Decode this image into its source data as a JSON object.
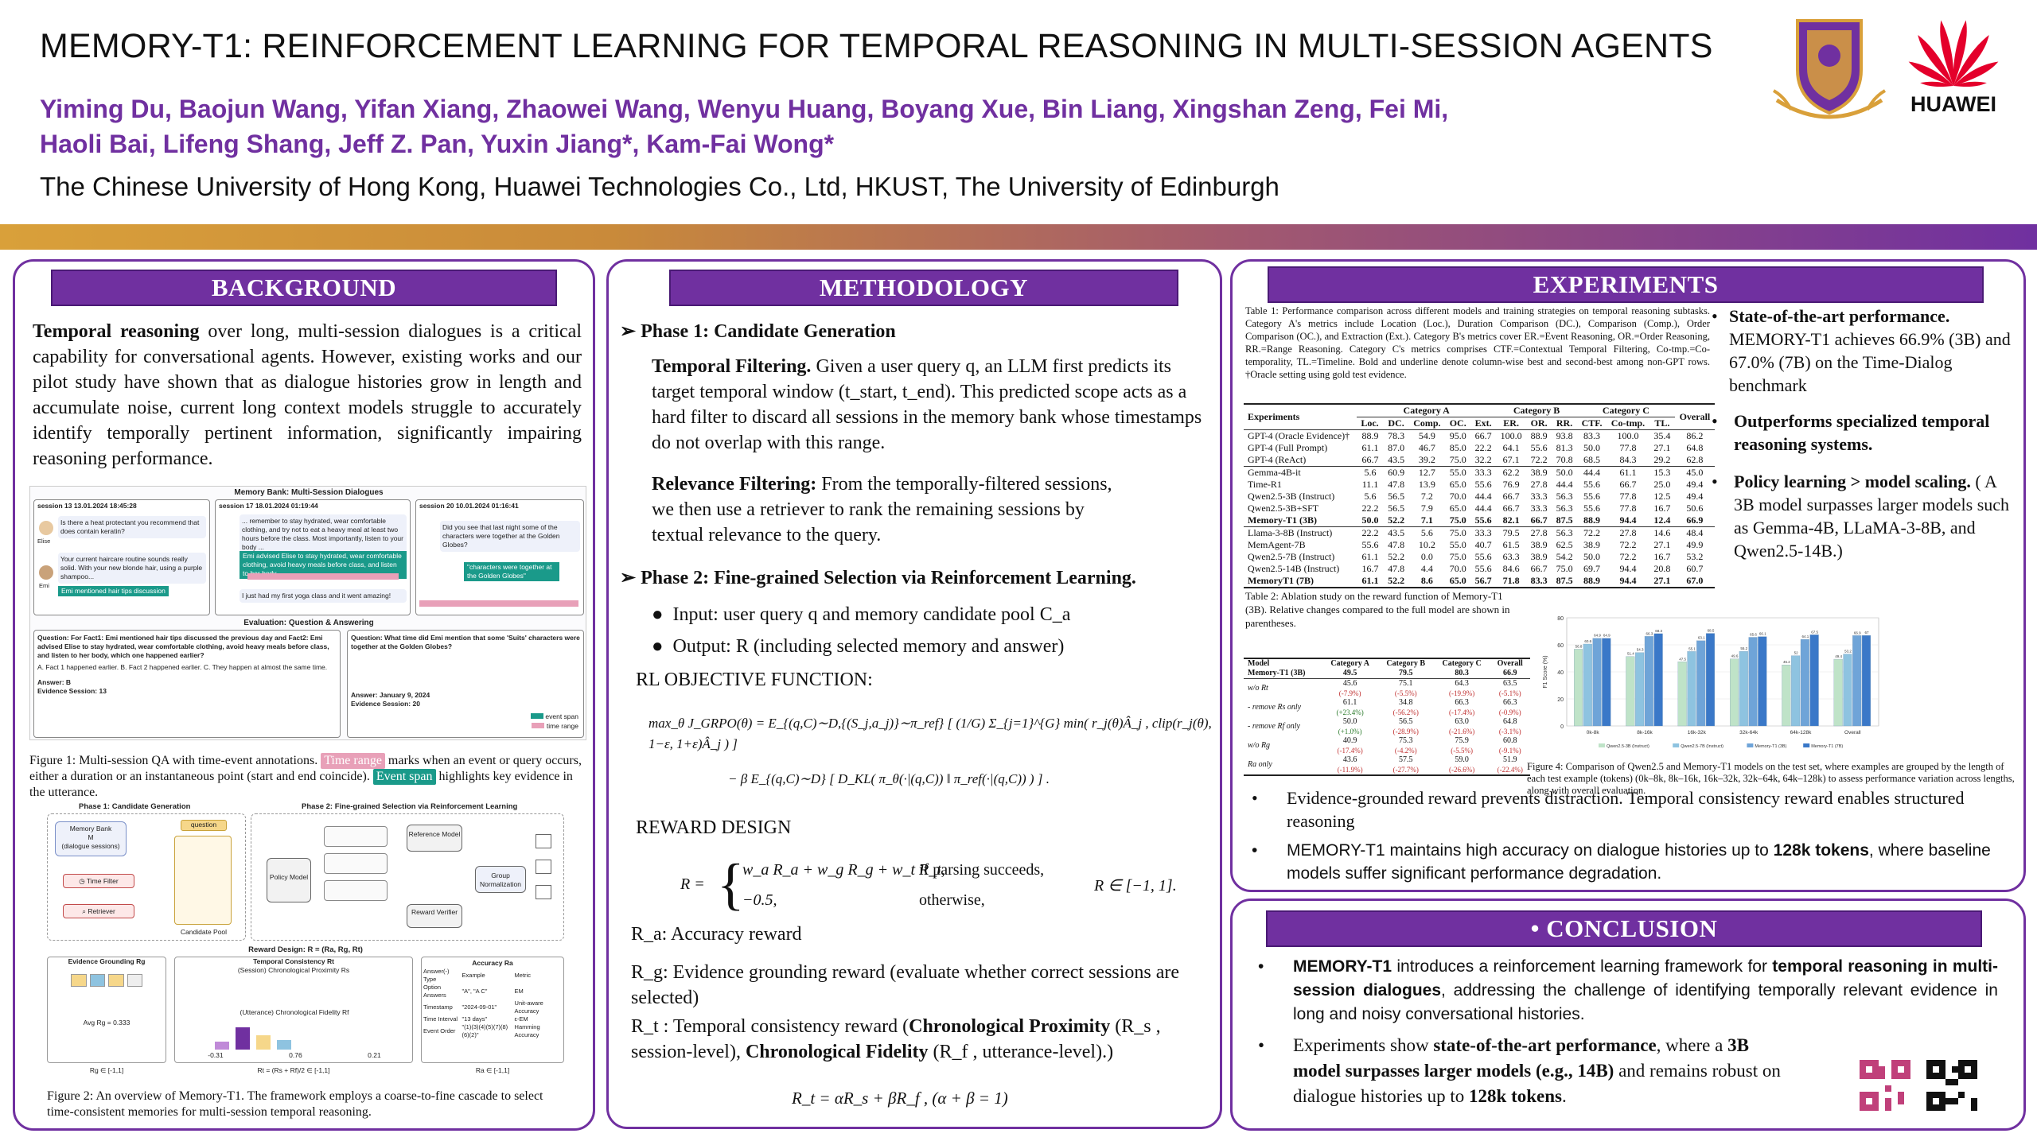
{
  "header": {
    "title": "MEMORY-T1: REINFORCEMENT LEARNING FOR TEMPORAL REASONING IN MULTI-SESSION AGENTS",
    "authors_line1": "Yiming Du, Baojun Wang, Yifan Xiang, Zhaowei Wang, Wenyu Huang, Boyang Xue, Bin Liang, Xingshan Zeng, Fei Mi,",
    "authors_line2": "Haoli Bai, Lifeng Shang, Jeff Z. Pan, Yuxin Jiang*, Kam-Fai Wong*",
    "affiliations": "The Chinese University of Hong Kong, Huawei Technologies Co., Ltd, HKUST, The University of Edinburgh",
    "huawei_logo_text": "HUAWEI",
    "colors": {
      "purple": "#7030a0",
      "huawei_red": "#e4002b",
      "gold": "#d9a03a"
    }
  },
  "background": {
    "heading": "BACKGROUND",
    "para_lead": "Temporal reasoning",
    "para_rest": " over long, multi-session dialogues is a critical capability for conversational agents. However, existing works and our pilot study have shown that as dialogue histories grow in length and accumulate noise, current long context models struggle to accurately identify temporally pertinent information, significantly impairing reasoning performance.",
    "fig1": {
      "title": "Memory Bank: Multi-Session Dialogues",
      "s1": "session 13  13.01.2024 18:45:28",
      "s2": "session 17  18.01.2024 01:19:44",
      "s3": "session 20  10.01.2024 01:16:41",
      "s1_a": "Is there a heat protectant you recommend that does contain keratin?",
      "s1_b": "Your current haircare routine sounds really solid. With your new blonde hair, using a purple shampoo...",
      "s1_c": "Emi mentioned hair tips discussion",
      "s2_a": "... remember to stay hydrated, wear comfortable clothing, and try not to eat a heavy meal at least two hours before the class. Most importantly, listen to your body ...",
      "s2_b": "Emi advised Elise to stay hydrated, wear comfortable clothing, avoid heavy meals before class, and listen to her body",
      "s2_c": "I just had my first yoga class and it went amazing!",
      "s3_a": "Did you see that last night some of the characters were together at the Golden Globes?",
      "s3_b": "\"characters were together at the Golden Globes\"",
      "name_elise": "Elise",
      "name_emi": "Emi",
      "eval_title": "Evaluation: Question & Answering",
      "q1": "Question: For Fact1: Emi mentioned hair tips discussed the previous day and Fact2: Emi advised Elise to stay hydrated, wear comfortable clothing, avoid heavy meals before class, and listen to her body, which one happened earlier?",
      "opts": "A. Fact 1 happened earlier.  B. Fact 2 happened earlier.  C. They happen at almost the same time.",
      "a1": "Answer: B",
      "e1": "Evidence Session: 13",
      "q2": "Question: What time did Emi mention that some 'Suits' characters were together at the Golden Globes?",
      "a2": "Answer: January 9, 2024",
      "e2": "Evidence Session: 20",
      "legend_span": "event span",
      "legend_range": "time range"
    },
    "fig1_cap_a": "Figure 1: Multi-session QA with time-event annotations. ",
    "fig1_cap_chip1": "Time range",
    "fig1_cap_b": " marks when an event or query occurs, either a duration or an instantaneous point (start and end coincide). ",
    "fig1_cap_chip2": "Event span",
    "fig1_cap_c": " highlights key evidence in the utterance.",
    "fig2": {
      "phase1": "Phase 1: Candidate Generation",
      "phase2": "Phase 2: Fine-grained Selection via Reinforcement Learning",
      "memory_bank": "Memory Bank",
      "m": "M",
      "dialogue_sessions": "(dialogue sessions)",
      "question": "question",
      "time_filter": "Time Filter",
      "retriever": "Retriever",
      "candidate_pool": "Candidate Pool",
      "policy_model": "Policy Model",
      "reference_model": "Reference Model",
      "group_norm": "Group Normalization",
      "reward_verifier": "Reward Verifier",
      "reward_design": "Reward Design: R = (Ra, Rg, Rt)",
      "evidence_grounding": "Evidence Grounding Rg",
      "temporal_consistency": "Temporal Consistency Rt",
      "session_prox": "(Session) Chronological Proximity Rs",
      "utter_fid": "(Utterance) Chronological Fidelity Rf",
      "accuracy": "Accuracy Ra",
      "acc_rows": [
        [
          "Answer(-) Type",
          "Example",
          "Metric"
        ],
        [
          "Option Answers",
          "\"A\", \"A C\"",
          "EM"
        ],
        [
          "Timestamp",
          "\"2024-09-01\"",
          "Unit-aware Accuracy"
        ],
        [
          "Time Interval",
          "\"13 days\"",
          "ε-EM"
        ],
        [
          "Event Order",
          "\"(1)(3)(4)(5)(7)(8)(6)(2)\"",
          "Hamming Accuracy"
        ]
      ],
      "avg_rg": "Avg Rg = 0.333",
      "f_vals": [
        "-0.31",
        "0.76",
        "0.21"
      ],
      "range1": "Rg ∈ [-1,1]",
      "range2": "Rt = (Rs + Rf)/2 ∈ [-1,1]",
      "range3": "Ra ∈ [-1,1]"
    },
    "fig2_cap": "Figure 2: An overview of Memory-T1. The framework employs a coarse-to-fine cascade to select time-consistent memories for multi-session temporal reasoning."
  },
  "methodology": {
    "heading": "METHODOLOGY",
    "phase1_title": "Phase 1: Candidate Generation",
    "tf_lead": "Temporal Filtering.",
    "tf_text": " Given a user query q, an LLM first predicts its target temporal window (t_start, t_end). This predicted scope acts as a hard filter to discard all sessions in the memory bank whose timestamps do not overlap with this range.",
    "rf_lead": "Relevance Filtering:",
    "rf_text": " From the temporally-filtered sessions, we then use a retriever to rank the remaining sessions by textual relevance to the query.",
    "phase2_title": "Phase 2: Fine-grained Selection via Reinforcement Learning.",
    "input": "Input: user query q and memory candidate pool C_a",
    "output": "Output: R (including selected memory and answer)",
    "rl_obj": "RL OBJECTIVE FUNCTION:",
    "eq1_line1": "max_θ J_GRPO(θ) = E_{(q,C)∼D,{(S_j,a_j)}∼π_ref} [ (1/G) Σ_{j=1}^{G} min( r_j(θ)Â_j , clip(r_j(θ), 1−ε, 1+ε)Â_j ) ]",
    "eq1_line2": "− β E_{(q,C)∼D} [ D_KL( π_θ(·|(q,C)) ‖ π_ref(·|(q,C)) ) ] .",
    "reward_design": "REWARD DESIGN",
    "eq2_top": "w_a R_a + w_g R_g + w_t R_t,",
    "eq2_top_cond": "if parsing succeeds,",
    "eq2_bot": "−0.5,",
    "eq2_bot_cond": "otherwise,",
    "eq2_lhs": "R =",
    "eq2_range": "R ∈ [−1, 1].",
    "ra": "R_a: Accuracy reward",
    "rg": "R_g: Evidence grounding reward (evaluate whether correct sessions are selected)",
    "rt_a": "R_t : Temporal consistency reward (",
    "rt_b": "Chronological Proximity",
    "rt_c": " (R_s , session-level), ",
    "rt_d": "Chronological Fidelity",
    "rt_e": " (R_f , utterance-level).)",
    "eq3": "R_t = αR_s + βR_f ,    (α + β = 1)"
  },
  "experiments": {
    "heading": "EXPERIMENTS",
    "table1_cap": "Table 1: Performance comparison across different models and training strategies on temporal reasoning subtasks. Category A's metrics include Location (Loc.), Duration Comparison (DC.), Comparison (Comp.), Order Comparison (OC.), and Extraction (Ext.). Category B's metrics cover ER.=Event Reasoning, OR.=Order Reasoning, RR.=Range Reasoning. Category C's metrics comprises CTF.=Contextual Temporal Filtering, Co-tmp.=Co-temporality, TL.=Timeline. Bold and underline denote column-wise best and second-best among non-GPT rows. †Oracle setting using gold test evidence.",
    "table1_groups": [
      "Experiments",
      "Category A",
      "Category B",
      "Category C",
      "Overall"
    ],
    "table1_cols": [
      "Loc.",
      "DC.",
      "Comp.",
      "OC.",
      "Ext.",
      "ER.",
      "OR.",
      "RR.",
      "CTF.",
      "Co-tmp.",
      "TL."
    ],
    "table1_rows": [
      {
        "name": "GPT-4 (Oracle Evidence)†",
        "v": [
          "88.9",
          "78.3",
          "54.9",
          "95.0",
          "66.7",
          "100.0",
          "88.9",
          "93.8",
          "83.3",
          "100.0",
          "35.4",
          "86.2"
        ],
        "sep": true
      },
      {
        "name": "GPT-4 (Full Prompt)",
        "v": [
          "61.1",
          "87.0",
          "46.7",
          "85.0",
          "22.2",
          "64.1",
          "55.6",
          "81.3",
          "50.0",
          "77.8",
          "27.1",
          "64.8"
        ]
      },
      {
        "name": "GPT-4 (ReAct)",
        "v": [
          "66.7",
          "43.5",
          "39.2",
          "75.0",
          "32.2",
          "67.1",
          "72.2",
          "70.8",
          "68.5",
          "84.3",
          "29.2",
          "62.8"
        ]
      },
      {
        "name": "Gemma-4B-it",
        "v": [
          "5.6",
          "60.9",
          "12.7",
          "55.0",
          "33.3",
          "62.2",
          "38.9",
          "50.0",
          "44.4",
          "61.1",
          "15.3",
          "45.0"
        ],
        "sep": true
      },
      {
        "name": "Time-R1",
        "v": [
          "11.1",
          "47.8",
          "13.9",
          "65.0",
          "55.6",
          "76.9",
          "27.8",
          "44.4",
          "55.6",
          "66.7",
          "25.0",
          "49.4"
        ]
      },
      {
        "name": "Qwen2.5-3B (Instruct)",
        "v": [
          "5.6",
          "56.5",
          "7.2",
          "70.0",
          "44.4",
          "66.7",
          "33.3",
          "56.3",
          "55.6",
          "77.8",
          "12.5",
          "49.4"
        ]
      },
      {
        "name": "Qwen2.5-3B+SFT",
        "v": [
          "22.2",
          "56.5",
          "7.9",
          "65.0",
          "44.4",
          "66.7",
          "33.3",
          "56.3",
          "55.6",
          "77.8",
          "16.7",
          "50.6"
        ]
      },
      {
        "name": "Memory-T1 (3B)",
        "v": [
          "50.0",
          "52.2",
          "7.1",
          "75.0",
          "55.6",
          "82.1",
          "66.7",
          "87.5",
          "88.9",
          "94.4",
          "12.4",
          "66.9"
        ],
        "bold": true
      },
      {
        "name": "Llama-3-8B (Instruct)",
        "v": [
          "22.2",
          "43.5",
          "5.6",
          "75.0",
          "33.3",
          "79.5",
          "27.8",
          "56.3",
          "72.2",
          "27.8",
          "14.6",
          "48.4"
        ],
        "sep": true
      },
      {
        "name": "MemAgent-7B",
        "v": [
          "55.6",
          "47.8",
          "10.2",
          "55.0",
          "40.7",
          "61.5",
          "38.9",
          "62.5",
          "38.9",
          "72.2",
          "27.1",
          "49.9"
        ]
      },
      {
        "name": "Qwen2.5-7B (Instruct)",
        "v": [
          "61.1",
          "52.2",
          "0.0",
          "75.0",
          "55.6",
          "63.3",
          "38.9",
          "54.2",
          "50.0",
          "72.2",
          "16.7",
          "53.2"
        ]
      },
      {
        "name": "Qwen2.5-14B (Instruct)",
        "v": [
          "16.7",
          "47.8",
          "4.4",
          "70.0",
          "55.6",
          "84.6",
          "66.7",
          "75.0",
          "69.7",
          "94.4",
          "20.8",
          "60.7"
        ]
      },
      {
        "name": "MemoryT1 (7B)",
        "v": [
          "61.1",
          "52.2",
          "8.6",
          "65.0",
          "56.7",
          "71.8",
          "83.3",
          "87.5",
          "88.9",
          "94.4",
          "27.1",
          "67.0"
        ],
        "bold": true
      }
    ],
    "table2_cap": "Table 2: Ablation study on the reward function of Memory-T1 (3B). Relative changes compared to the full model are shown in parentheses.",
    "table2_head": [
      "Model",
      "Category A",
      "Category B",
      "Category C",
      "Overall"
    ],
    "table2_rows": [
      {
        "name": "Memory-T1 (3B)",
        "v": [
          "49.5",
          "79.5",
          "80.3",
          "66.9"
        ],
        "d": [
          "",
          "",
          "",
          ""
        ]
      },
      {
        "name": "w/o Rt",
        "v": [
          "45.6",
          "75.1",
          "64.3",
          "63.5"
        ],
        "d": [
          "(-7.9%)",
          "(-5.5%)",
          "(-19.9%)",
          "(-5.1%)"
        ]
      },
      {
        "name": "- remove Rs only",
        "v": [
          "61.1",
          "34.8",
          "66.3",
          "66.3"
        ],
        "d": [
          "(+23.4%)",
          "(-56.2%)",
          "(-17.4%)",
          "(-0.9%)"
        ]
      },
      {
        "name": "- remove Rf only",
        "v": [
          "50.0",
          "56.5",
          "63.0",
          "64.8"
        ],
        "d": [
          "(+1.0%)",
          "(-28.9%)",
          "(-21.6%)",
          "(-3.1%)"
        ]
      },
      {
        "name": "w/o Rg",
        "v": [
          "40.9",
          "75.3",
          "75.9",
          "60.8"
        ],
        "d": [
          "(-17.4%)",
          "(-4.2%)",
          "(-5.5%)",
          "(-9.1%)"
        ]
      },
      {
        "name": "Ra only",
        "v": [
          "43.6",
          "57.5",
          "59.0",
          "51.9"
        ],
        "d": [
          "(-11.9%)",
          "(-27.7%)",
          "(-26.6%)",
          "(-22.4%)"
        ]
      }
    ],
    "chart_data": {
      "type": "bar",
      "categories": [
        "0k-8k",
        "8k-16k",
        "16k-32k",
        "32k-64k",
        "64k-128k",
        "Overall"
      ],
      "series": [
        {
          "name": "Qwen2.5-3B (Instruct)",
          "values": [
            56.8,
            51.4,
            47.5,
            49.6,
            45.2,
            49.4
          ]
        },
        {
          "name": "Qwen2.5-7B (Instruct)",
          "values": [
            60.6,
            54.3,
            55.1,
            55.2,
            52.0,
            53.2
          ]
        },
        {
          "name": "Memory-T1 (3B)",
          "values": [
            64.9,
            66.3,
            63.1,
            65.6,
            64.1,
            66.9
          ]
        },
        {
          "name": "Memory-T1 (7B)",
          "values": [
            64.9,
            68.3,
            68.5,
            66.1,
            67.5,
            67.0
          ]
        }
      ],
      "ylabel": "F1 Score (%)",
      "ylim": [
        0,
        80
      ],
      "colors": [
        "#bfe3c8",
        "#8ec3e0",
        "#6fa4d8",
        "#3a78c8"
      ]
    },
    "fig4_cap": "Figure 4: Comparison of Qwen2.5 and Memory-T1 models on the test set, where examples are grouped by the length of each test example (tokens) (0k–8k, 8k–16k, 16k–32k, 32k–64k, 64k–128k) to assess performance variation across lengths, along with overall evaluation.",
    "side_b1_lead": "State-of-the-art performance.",
    "side_b1_text": "MEMORY-T1 achieves 66.9% (3B) and 67.0% (7B) on the Time-Dialog benchmark",
    "side_b2": "Outperforms specialized temporal reasoning systems.",
    "side_b3_lead": "Policy learning > model scaling.",
    "side_b3_text": " ( A 3B model surpasses larger models such as Gemma-4B, LLaMA-3-8B, and Qwen2.5-14B.)",
    "bottom_b1": "Evidence-grounded reward prevents distraction. Temporal consistency reward enables structured reasoning",
    "bottom_b2_a": "MEMORY-T1 maintains high accuracy on dialogue histories up to ",
    "bottom_b2_b": "128k tokens",
    "bottom_b2_c": ", where baseline models suffer significant performance degradation."
  },
  "conclusion": {
    "heading": "• CONCLUSION",
    "b1_a": "MEMORY-T1",
    "b1_b": " introduces a reinforcement learning framework for ",
    "b1_c": "temporal reasoning in multi-session dialogues",
    "b1_d": ", addressing the challenge of identifying temporally relevant evidence in long and noisy conversational histories.",
    "b2_a": "Experiments show ",
    "b2_b": "state-of-the-art performance",
    "b2_c": ", where a ",
    "b2_d": "3B model surpasses larger models (e.g., 14B)",
    "b2_e": " and remains robust on dialogue histories up to ",
    "b2_f": "128k tokens",
    "b2_g": "."
  }
}
